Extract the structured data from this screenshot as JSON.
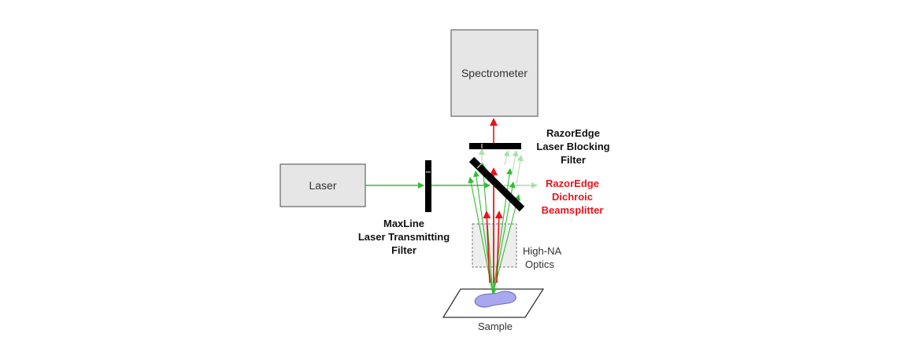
{
  "boxes": {
    "spectrometer": "Spectrometer",
    "laser": "Laser"
  },
  "labels": {
    "blocking_filter": [
      "RazorEdge",
      "Laser Blocking",
      "Filter"
    ],
    "dichroic": [
      "RazorEdge",
      "Dichroic",
      "Beamsplitter"
    ],
    "transmitting_filter": [
      "MaxLine",
      "Laser Transmitting",
      "Filter"
    ],
    "optics": [
      "High-NA",
      "Optics"
    ],
    "sample": "Sample"
  },
  "colors": {
    "laser_beam": "#33bb33",
    "signal_beam": "#e8141b",
    "faint_beam": "#a9e0a9",
    "box_fill": "#e6e6e6",
    "box_stroke": "#666666",
    "filter": "#000000",
    "sample_blob": "#a9a8ee",
    "dichroic_label": "#e8141b"
  }
}
